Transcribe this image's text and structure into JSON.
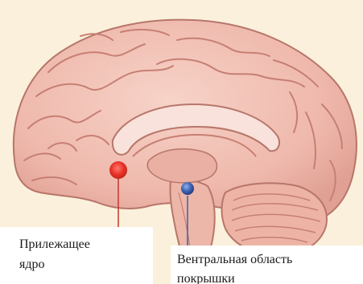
{
  "labels": {
    "nucleus_accumbens_line1": "Прилежащее",
    "nucleus_accumbens_line2": "ядро",
    "vta_line1": "Вентральная область",
    "vta_line2": "покрышки"
  },
  "colors": {
    "background": "#fbf0dc",
    "brain": "#f2bfb4",
    "gyrus_line": "#c77f73",
    "nucleus_accumbens_marker": "#e8332b",
    "vta_marker": "#3b5fb0",
    "pointer_line": "#c0392b"
  }
}
